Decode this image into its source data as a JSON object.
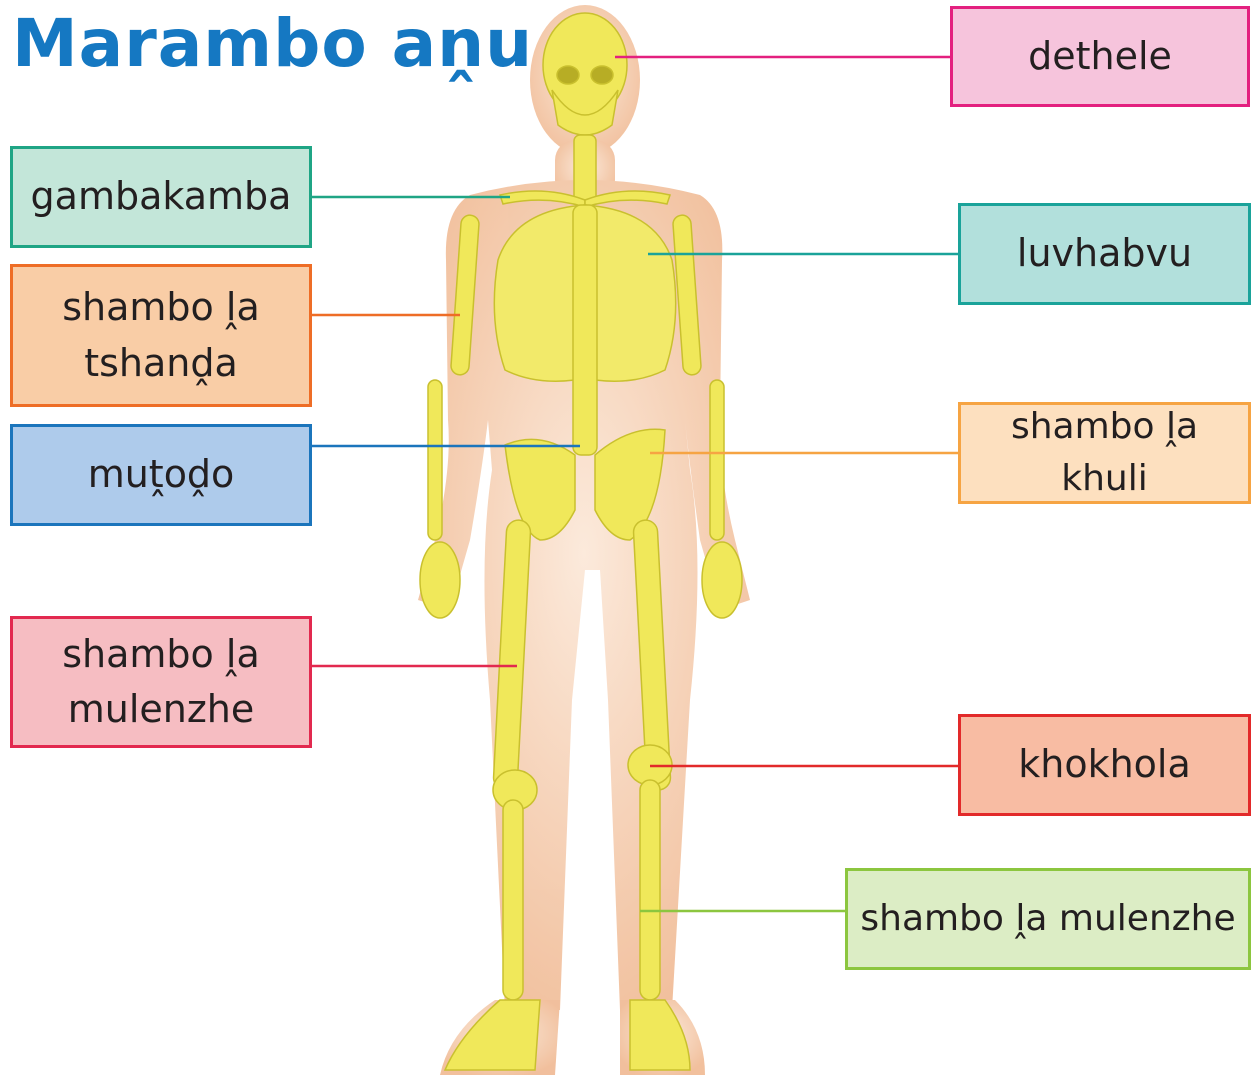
{
  "title": "Marambo aṋu",
  "labels": {
    "dethele": "dethele",
    "gambakamba": "gambakamba",
    "luvhabvu": "luvhabvu",
    "shambo_tshanda": "shambo ḽa\ntshanḓa",
    "mutodo": "muṱoḓo",
    "shambo_khuli": "shambo ḽa khuli",
    "shambo_mulenzhe_left": "shambo ḽa\nmulenzhe",
    "khokhola": "khokhola",
    "shambo_mulenzhe_right": "shambo ḽa mulenzhe"
  },
  "colors": {
    "title": "#1578c2",
    "bone": "#f0e85a",
    "skin": "#f4c9a7",
    "dethele": {
      "fill": "#f6c4dc",
      "border": "#e3207f"
    },
    "gambakamba": {
      "fill": "#c3e6d9",
      "border": "#1fa585"
    },
    "luvhabvu": {
      "fill": "#b2e0dc",
      "border": "#1aa39a"
    },
    "shambo_tshanda": {
      "fill": "#f9cda6",
      "border": "#ee6d26"
    },
    "mutodo": {
      "fill": "#aecbeb",
      "border": "#1b75bc"
    },
    "shambo_khuli": {
      "fill": "#fde0bf",
      "border": "#f6a443"
    },
    "shambo_mulenzhe_left": {
      "fill": "#f6bdc2",
      "border": "#e2294f"
    },
    "khokhola": {
      "fill": "#f8bca3",
      "border": "#e22a2a"
    },
    "shambo_mulenzhe_right": {
      "fill": "#dcedc5",
      "border": "#8cc63f"
    }
  }
}
